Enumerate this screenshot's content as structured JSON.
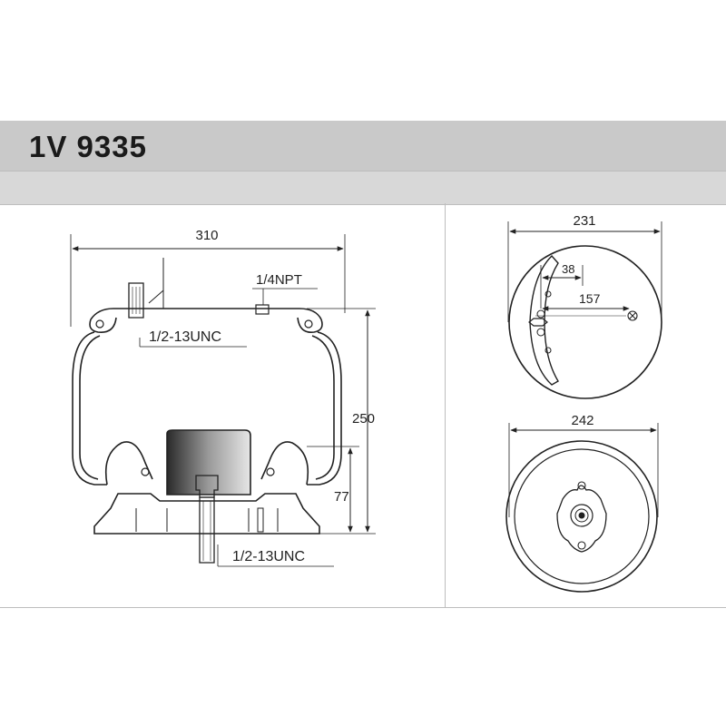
{
  "header": {
    "part_number": "1V 9335"
  },
  "side_view": {
    "dim_width": "310",
    "dim_height": "250",
    "dim_piston_height": "77",
    "label_air_fitting": "1/4NPT",
    "label_top_stud": "1/2-13UNC",
    "label_bottom_stud": "1/2-13UNC"
  },
  "top_view": {
    "dim_diameter": "231",
    "dim_offset_small": "38",
    "dim_offset_large": "157"
  },
  "bottom_view": {
    "dim_diameter": "242"
  },
  "colors": {
    "line": "#222222",
    "header_band": "#c9c9c9",
    "sub_band": "#d8d8d8"
  }
}
